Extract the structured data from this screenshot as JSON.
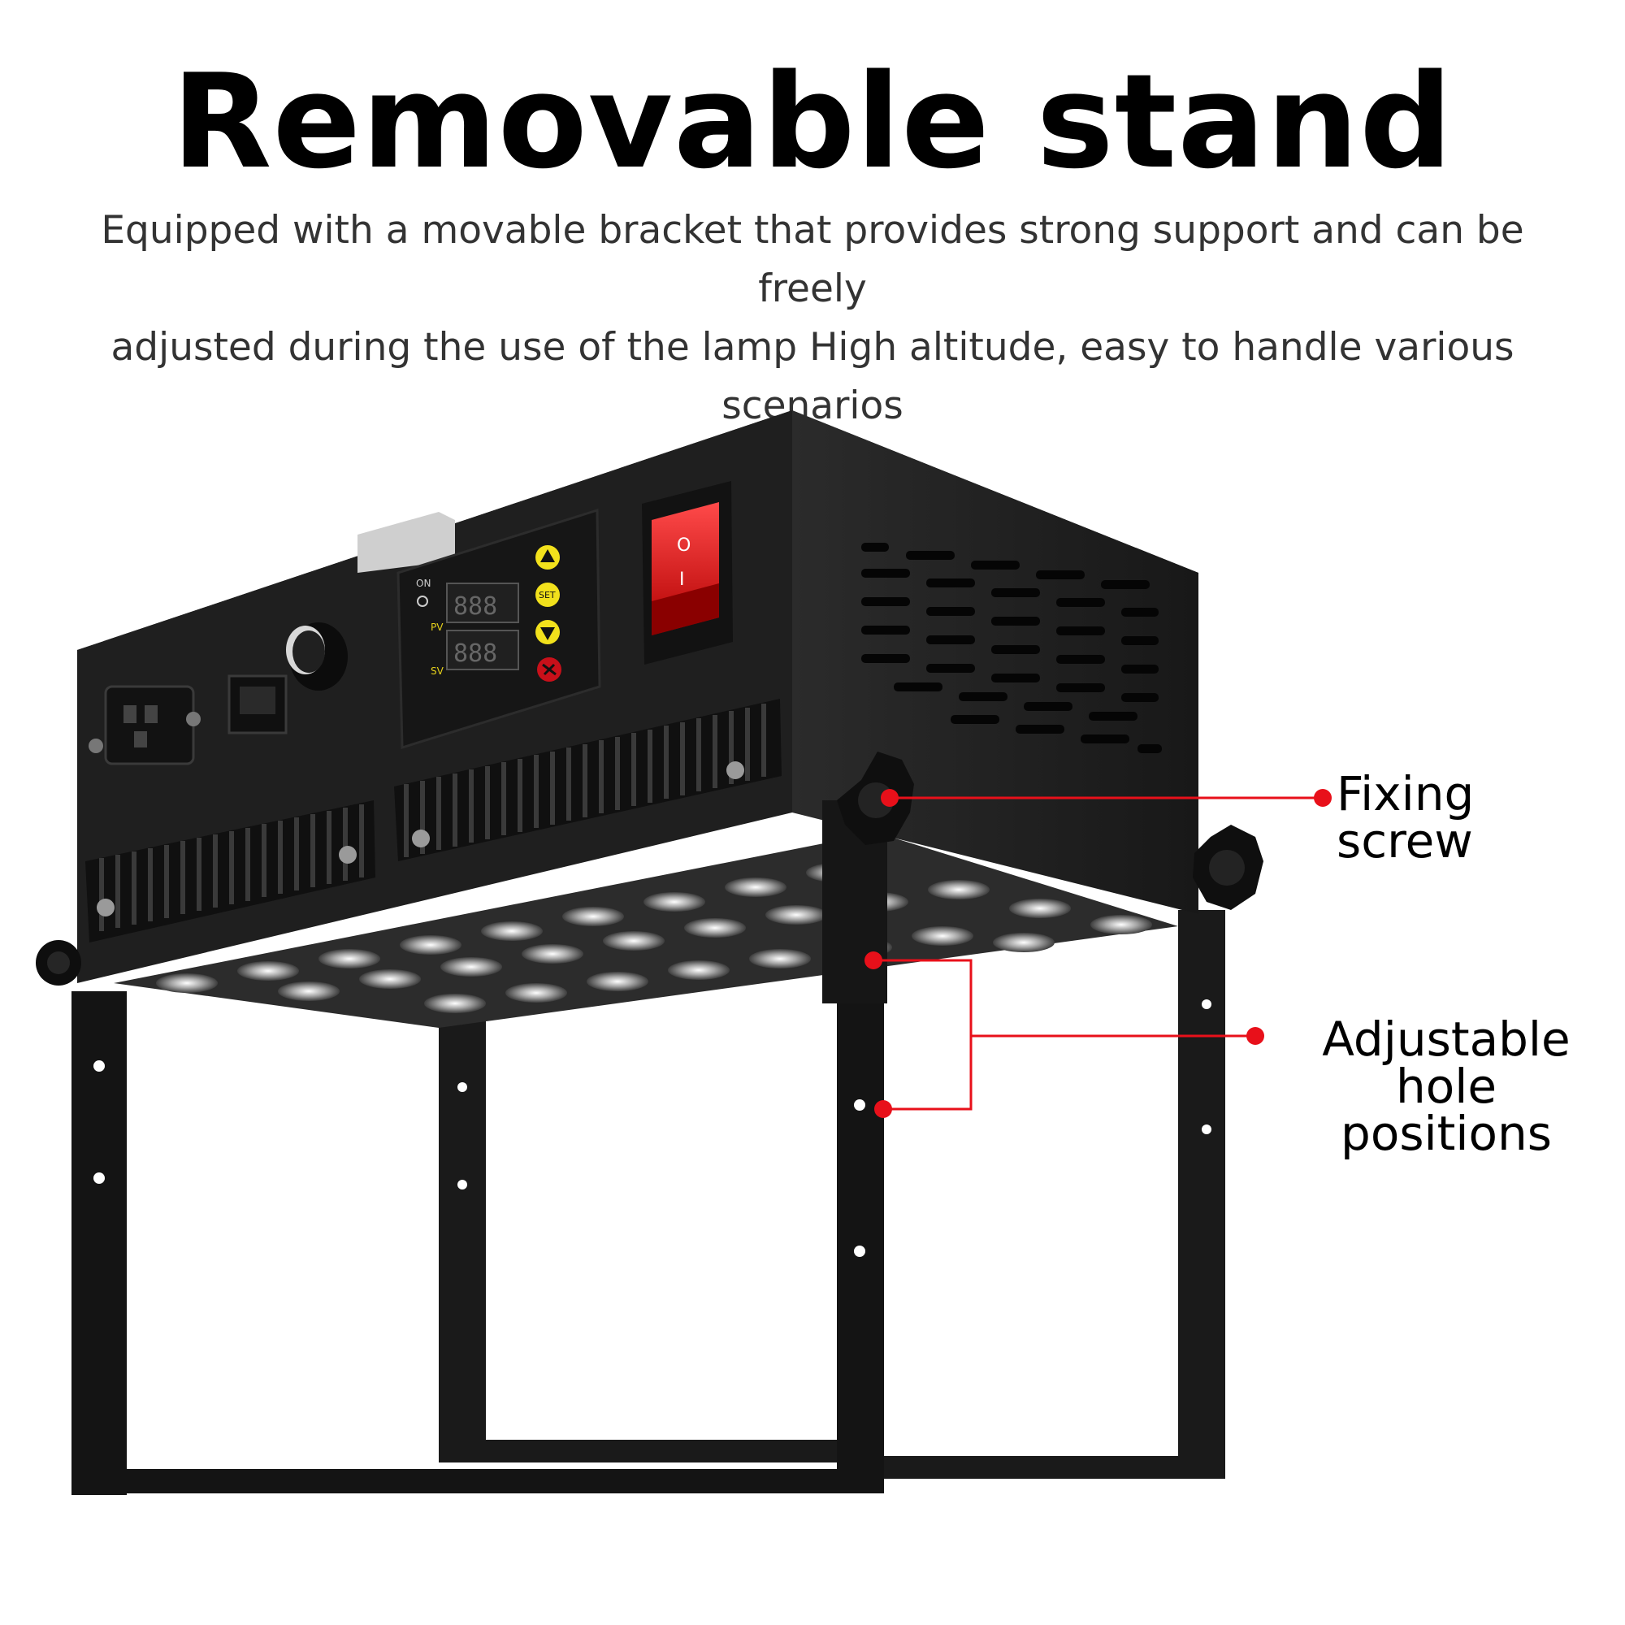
{
  "header": {
    "title": "Removable stand",
    "description_line1": "Equipped with a movable bracket that provides strong support and can be freely",
    "description_line2": "adjusted during the use of the lamp High altitude, easy to handle various scenarios"
  },
  "callouts": {
    "fixing_screw": "Fixing screw",
    "adjustable_holes_line1": "Adjustable hole",
    "adjustable_holes_line2": "positions"
  },
  "controller": {
    "on_label": "ON",
    "pv_label": "PV",
    "sv_label": "SV",
    "pv_display": "888",
    "sv_display": "888",
    "set_label": "SET"
  },
  "switch": {
    "off_mark": "O",
    "on_mark": "I"
  },
  "colors": {
    "accent_red": "#e8101a",
    "body_black": "#1c1c1c",
    "button_yellow": "#f2e11c"
  },
  "icons": {
    "up_button": "triangle-up-icon",
    "down_button": "triangle-down-icon",
    "reset_button": "reset-icon"
  }
}
